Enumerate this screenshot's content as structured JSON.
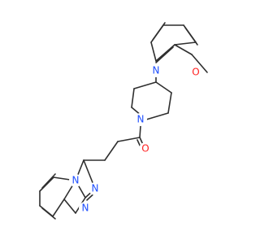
{
  "atoms": [
    {
      "id": "n-piperazine-top",
      "label": "N",
      "color": "#1f4fff"
    },
    {
      "id": "n-piperazine-bottom",
      "label": "N",
      "color": "#1f4fff"
    },
    {
      "id": "o-methoxy",
      "label": "O",
      "color": "#ff1f1f"
    },
    {
      "id": "o-carbonyl",
      "label": "O",
      "color": "#ff1f1f"
    },
    {
      "id": "n-bridgehead",
      "label": "N",
      "color": "#1f4fff"
    },
    {
      "id": "n-triazole-1",
      "label": "N",
      "color": "#1f4fff"
    },
    {
      "id": "n-triazole-2",
      "label": "N",
      "color": "#1f4fff"
    }
  ],
  "colors": {
    "bond": "#2f2f2f",
    "nitrogen": "#1f4fff",
    "oxygen": "#ff1f1f",
    "background": "#ffffff"
  }
}
